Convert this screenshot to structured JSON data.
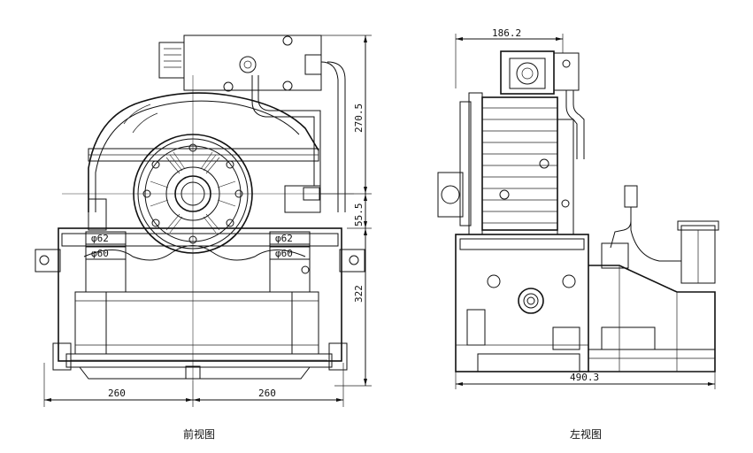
{
  "front_view": {
    "caption": "前视图",
    "dims": {
      "top_height": "270.5",
      "mid_height": "55.5",
      "lower_height": "322",
      "left_width": "260",
      "right_width": "260",
      "dia_62_left": "φ62",
      "dia_60_left": "φ60",
      "dia_62_right": "φ62",
      "dia_60_right": "φ60"
    }
  },
  "side_view": {
    "caption": "左视图",
    "dims": {
      "top_width": "186.2",
      "total_width": "490.3"
    }
  }
}
